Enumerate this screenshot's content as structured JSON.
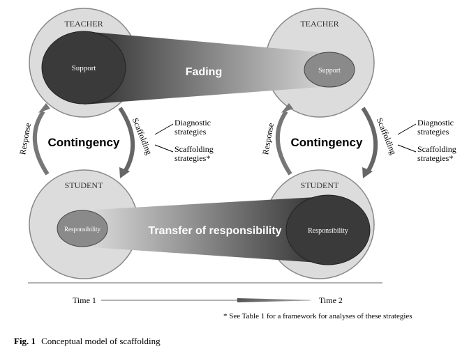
{
  "diagram": {
    "teacher_label": "TEACHER",
    "student_label": "STUDENT",
    "support_label": "Support",
    "responsibility_label": "Responsibility",
    "fading_label": "Fading",
    "transfer_label": "Transfer of responsibility",
    "contingency_label": "Contingency",
    "response_label": "Response",
    "scaffolding_label": "Scaffolding",
    "diagnostic_line1": "Diagnostic",
    "diagnostic_line2": "strategies",
    "scaffolding_strat_line1": "Scaffolding",
    "scaffolding_strat_line2": "strategies*",
    "time1": "Time 1",
    "time2": "Time 2",
    "footnote": "* See Table 1 for a framework for analyses of these strategies"
  },
  "caption": {
    "fig": "Fig. 1",
    "text": "Conceptual model of scaffolding"
  },
  "colors": {
    "outer_circle": "#d9d9d9",
    "dark": "#3a3a3a",
    "mid": "#8a8a8a"
  }
}
